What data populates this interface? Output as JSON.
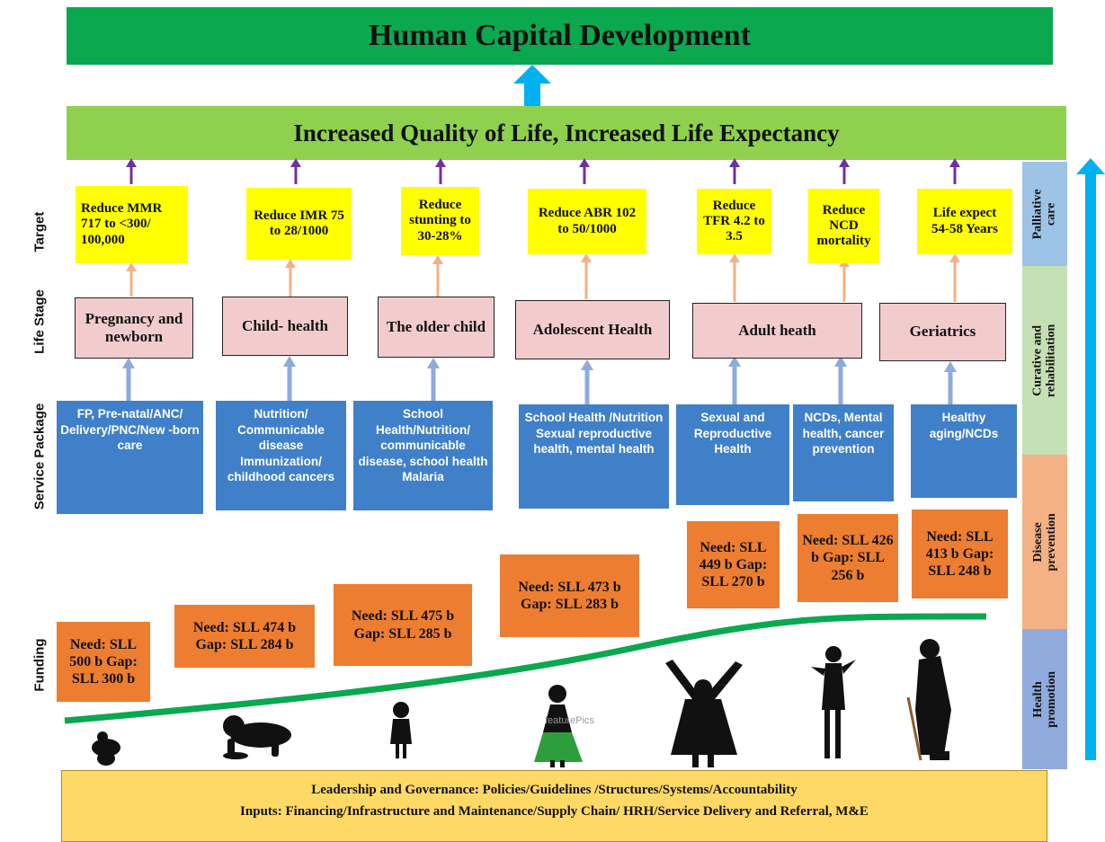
{
  "banners": {
    "top": "Human Capital Development",
    "mid": "Increased Quality of Life, Increased Life Expectancy"
  },
  "row_labels": {
    "target": "Target",
    "life_stage": "Life Stage",
    "service_package": "Service Package",
    "funding": "Funding"
  },
  "columns": [
    {
      "target": "Reduce MMR 717 to <300/ 100,000",
      "life_stage": "Pregnancy and newborn",
      "service_package": "FP, Pre-natal/ANC/ Delivery/PNC/New -born care",
      "funding": "Need: SLL 500 b Gap: SLL 300 b"
    },
    {
      "target": "Reduce IMR 75 to 28/1000",
      "life_stage": "Child- health",
      "service_package": "Nutrition/ Communicable disease Immunization/ childhood cancers",
      "funding": "Need: SLL 474 b Gap: SLL 284 b"
    },
    {
      "target": "Reduce stunting to 30-28%",
      "life_stage": "The older child",
      "service_package": "School Health/Nutrition/ communicable disease, school health Malaria",
      "funding": "Need: SLL 475 b Gap: SLL 285 b"
    },
    {
      "target": "Reduce ABR 102 to 50/1000",
      "life_stage": "Adolescent Health",
      "service_package": "School Health /Nutrition Sexual reproductive health, mental health",
      "funding": "Need: SLL 473 b Gap: SLL 283 b"
    },
    {
      "target": "Reduce TFR 4.2 to 3.5",
      "life_stage": "Adult heath",
      "service_package": "Sexual and Reproductive Health",
      "funding": "Need: SLL 449 b Gap: SLL 270 b"
    },
    {
      "target": "Reduce NCD mortality",
      "life_stage": "",
      "service_package": "NCDs, Mental health, cancer prevention",
      "funding": "Need: SLL 426 b Gap: SLL 256 b"
    },
    {
      "target": "Life expect 54-58 Years",
      "life_stage": "Geriatrics",
      "service_package": "Healthy aging/NCDs",
      "funding": "Need: SLL 413 b Gap: SLL 248 b"
    }
  ],
  "sidebar": [
    {
      "label": "Palliative care",
      "color": "#9dc3e6"
    },
    {
      "label": "Curative and rehabilitation",
      "color": "#c5e0b4"
    },
    {
      "label": "Disease prevention",
      "color": "#f4b183"
    },
    {
      "label": "Health promotion",
      "color": "#8faadc"
    }
  ],
  "footer": {
    "line1": "Leadership and Governance: Policies/Guidelines /Structures/Systems/Accountability",
    "line2": "Inputs: Financing/Infrastructure and Maintenance/Supply Chain/ HRH/Service Delivery and Referral, M&E"
  },
  "watermark": "featurePics",
  "colors": {
    "top_banner": "#0aa84f",
    "mid_banner": "#8fd14f",
    "target_box": "#ffff00",
    "life_stage_box": "#f2cccc",
    "service_box": "#4080c8",
    "funding_box": "#ed7d31",
    "big_arrow": "#00b0f0",
    "curve": "#0aa84f",
    "footer": "#ffd966"
  }
}
